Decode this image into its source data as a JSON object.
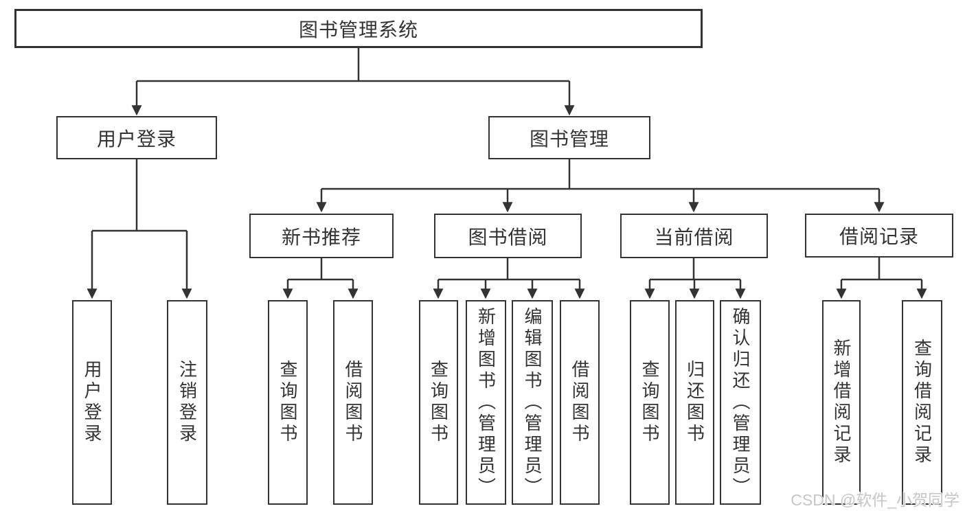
{
  "diagram_type": "hierarchy-structure-chart",
  "colors": {
    "line": "#333333",
    "box_border": "#333333",
    "box_fill": "#ffffff",
    "text": "#333333",
    "watermark_text": "#c6c6c6"
  },
  "tree": {
    "label": "图书管理系统",
    "children": [
      {
        "label": "用户登录",
        "children": [
          {
            "label": "用户登录"
          },
          {
            "label": "注销登录"
          }
        ]
      },
      {
        "label": "图书管理",
        "children": [
          {
            "label": "新书推荐",
            "children": [
              {
                "label": "查询图书"
              },
              {
                "label": "借阅图书"
              }
            ]
          },
          {
            "label": "图书借阅",
            "children": [
              {
                "label": "查询图书"
              },
              {
                "label": "新增图书（管理员）"
              },
              {
                "label": "编辑图书（管理员）"
              },
              {
                "label": "借阅图书"
              }
            ]
          },
          {
            "label": "当前借阅",
            "children": [
              {
                "label": "查询图书"
              },
              {
                "label": "归还图书"
              },
              {
                "label": "确认归还（管理员）"
              }
            ]
          },
          {
            "label": "借阅记录",
            "children": [
              {
                "label": "新增借阅记录"
              },
              {
                "label": "查询借阅记录"
              }
            ]
          }
        ]
      }
    ]
  },
  "watermark": "CSDN @软件_小贺同学"
}
